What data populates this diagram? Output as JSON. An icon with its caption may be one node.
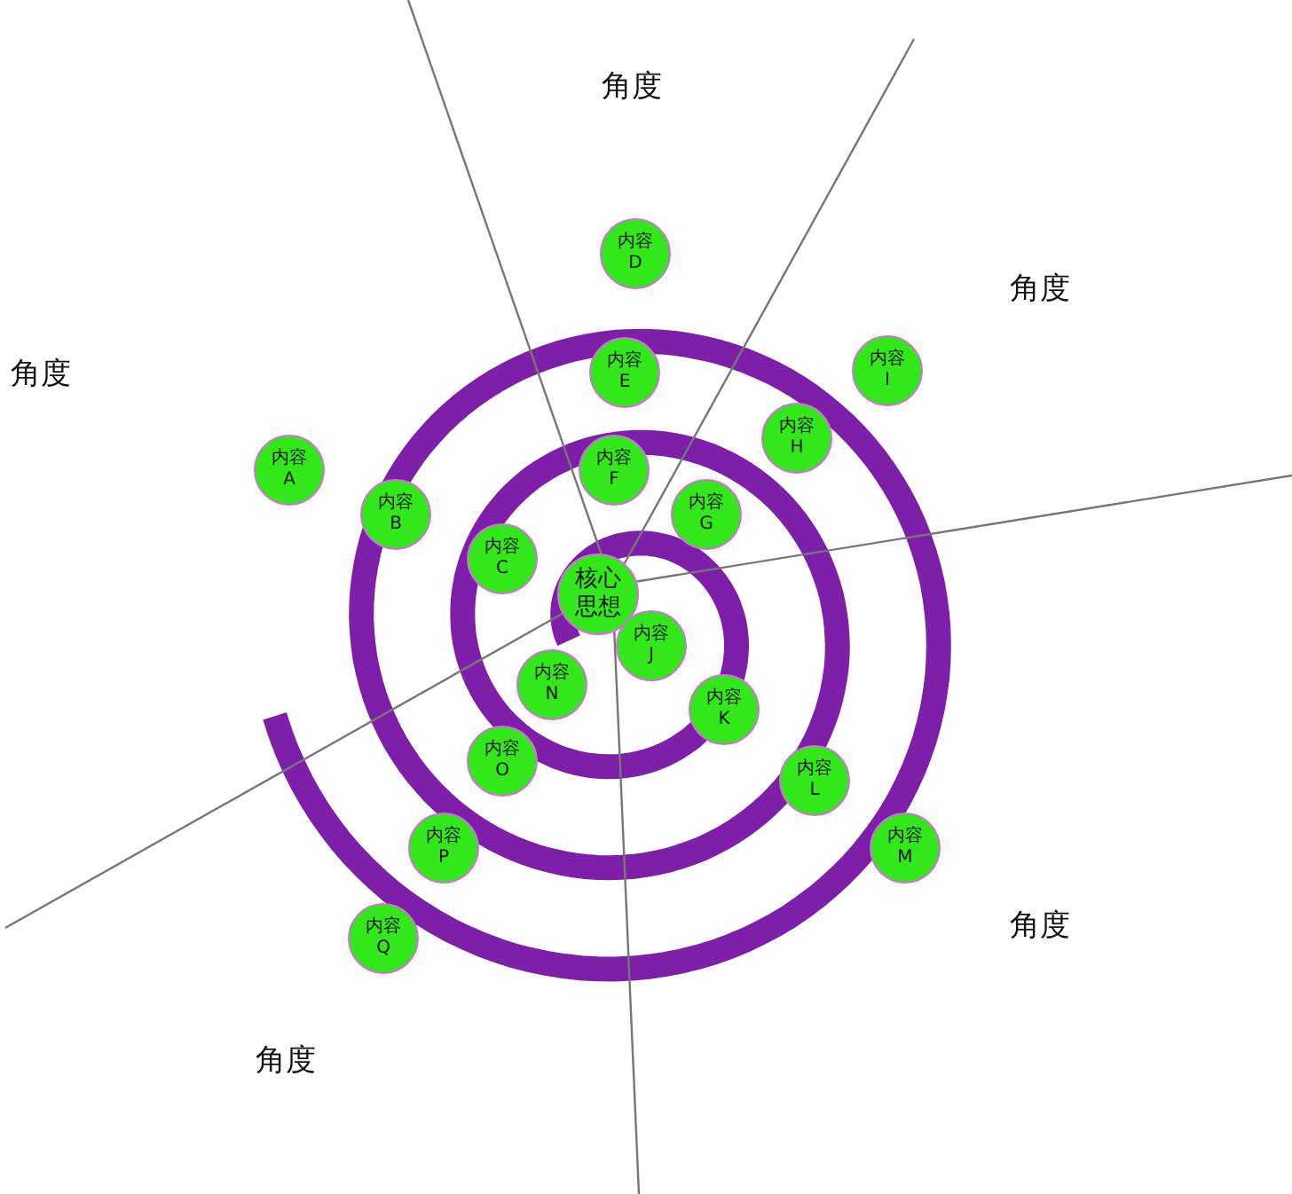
{
  "diagram": {
    "nodes": [
      {
        "text": [
          "核心思想"
        ]
      },
      {
        "text": [
          "内容A"
        ]
      },
      {
        "text": [
          "内容B"
        ]
      },
      {
        "text": [
          "内容C"
        ]
      },
      {
        "text": [
          "内容D"
        ]
      },
      {
        "text": [
          "内容E"
        ]
      },
      {
        "text": [
          "内容F"
        ]
      },
      {
        "text": [
          "内容G"
        ]
      },
      {
        "text": [
          "内容H"
        ]
      },
      {
        "text": [
          "内容I"
        ]
      },
      {
        "text": [
          "内容J"
        ]
      },
      {
        "text": [
          "内容K"
        ]
      },
      {
        "text": [
          "内容L"
        ]
      },
      {
        "text": [
          "内容M"
        ]
      },
      {
        "text": [
          "内容N"
        ]
      },
      {
        "text": [
          "内容O"
        ]
      },
      {
        "text": [
          "内容P"
        ]
      },
      {
        "text": [
          "内容Q"
        ]
      }
    ],
    "edges": [],
    "labels": [
      "角度",
      "角度",
      "角度",
      "角度",
      "角度"
    ]
  }
}
